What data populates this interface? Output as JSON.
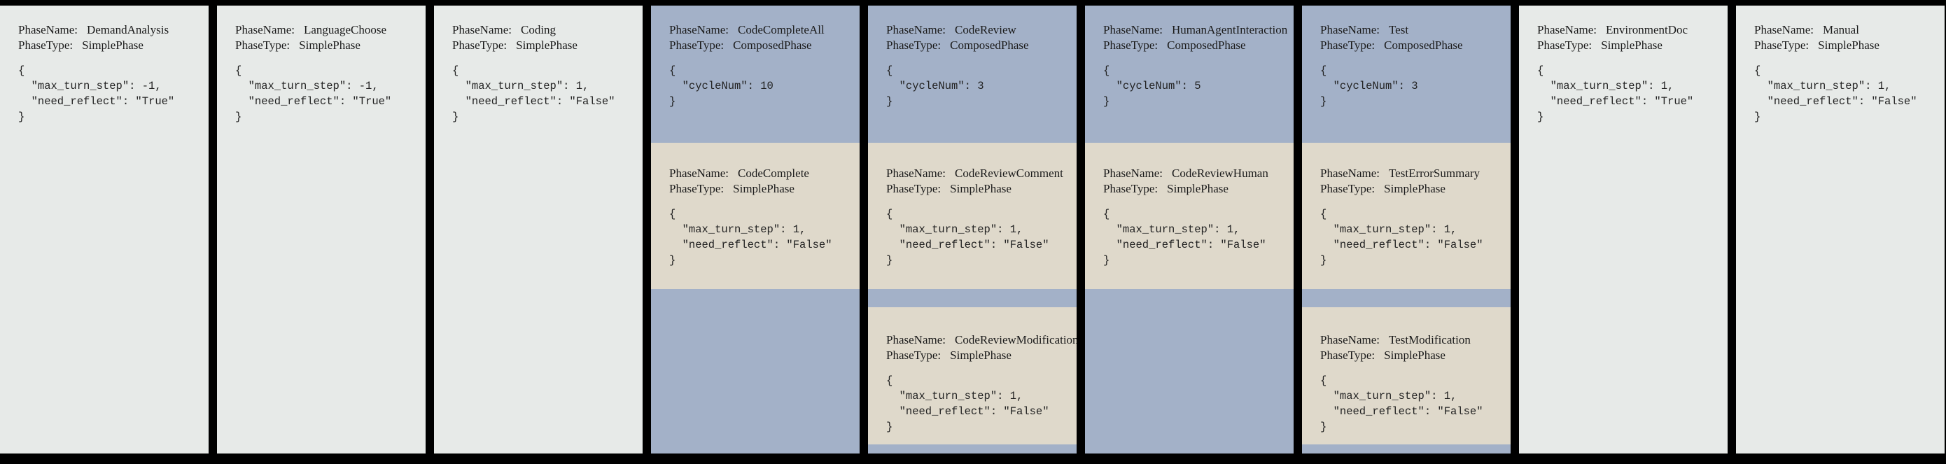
{
  "labels": {
    "phase_name": "PhaseName:",
    "phase_type": "PhaseType:"
  },
  "colors": {
    "background": "#000000",
    "simple_panel": "#e7eae8",
    "composed_panel": "#a3b1c8",
    "subphase_panel": "#dfd9cb",
    "text": "#1b1b1b"
  },
  "phases": [
    {
      "name": "DemandAnalysis",
      "type": "SimplePhase",
      "config": "{\n  \"max_turn_step\": -1,\n  \"need_reflect\": \"True\"\n}"
    },
    {
      "name": "LanguageChoose",
      "type": "SimplePhase",
      "config": "{\n  \"max_turn_step\": -1,\n  \"need_reflect\": \"True\"\n}"
    },
    {
      "name": "Coding",
      "type": "SimplePhase",
      "config": "{\n  \"max_turn_step\": 1,\n  \"need_reflect\": \"False\"\n}"
    },
    {
      "name": "CodeCompleteAll",
      "type": "ComposedPhase",
      "config": "{\n  \"cycleNum\": 10\n}",
      "subphases": [
        {
          "name": "CodeComplete",
          "type": "SimplePhase",
          "config": "{\n  \"max_turn_step\": 1,\n  \"need_reflect\": \"False\"\n}"
        }
      ]
    },
    {
      "name": "CodeReview",
      "type": "ComposedPhase",
      "config": "{\n  \"cycleNum\": 3\n}",
      "subphases": [
        {
          "name": "CodeReviewComment",
          "type": "SimplePhase",
          "config": "{\n  \"max_turn_step\": 1,\n  \"need_reflect\": \"False\"\n}"
        },
        {
          "name": "CodeReviewModification",
          "type": "SimplePhase",
          "config": "{\n  \"max_turn_step\": 1,\n  \"need_reflect\": \"False\"\n}"
        }
      ]
    },
    {
      "name": "HumanAgentInteraction",
      "type": "ComposedPhase",
      "config": "{\n  \"cycleNum\": 5\n}",
      "subphases": [
        {
          "name": "CodeReviewHuman",
          "type": "SimplePhase",
          "config": "{\n  \"max_turn_step\": 1,\n  \"need_reflect\": \"False\"\n}"
        }
      ]
    },
    {
      "name": "Test",
      "type": "ComposedPhase",
      "config": "{\n  \"cycleNum\": 3\n}",
      "subphases": [
        {
          "name": "TestErrorSummary",
          "type": "SimplePhase",
          "config": "{\n  \"max_turn_step\": 1,\n  \"need_reflect\": \"False\"\n}"
        },
        {
          "name": "TestModification",
          "type": "SimplePhase",
          "config": "{\n  \"max_turn_step\": 1,\n  \"need_reflect\": \"False\"\n}"
        }
      ]
    },
    {
      "name": "EnvironmentDoc",
      "type": "SimplePhase",
      "config": "{\n  \"max_turn_step\": 1,\n  \"need_reflect\": \"True\"\n}"
    },
    {
      "name": "Manual",
      "type": "SimplePhase",
      "config": "{\n  \"max_turn_step\": 1,\n  \"need_reflect\": \"False\"\n}"
    }
  ]
}
